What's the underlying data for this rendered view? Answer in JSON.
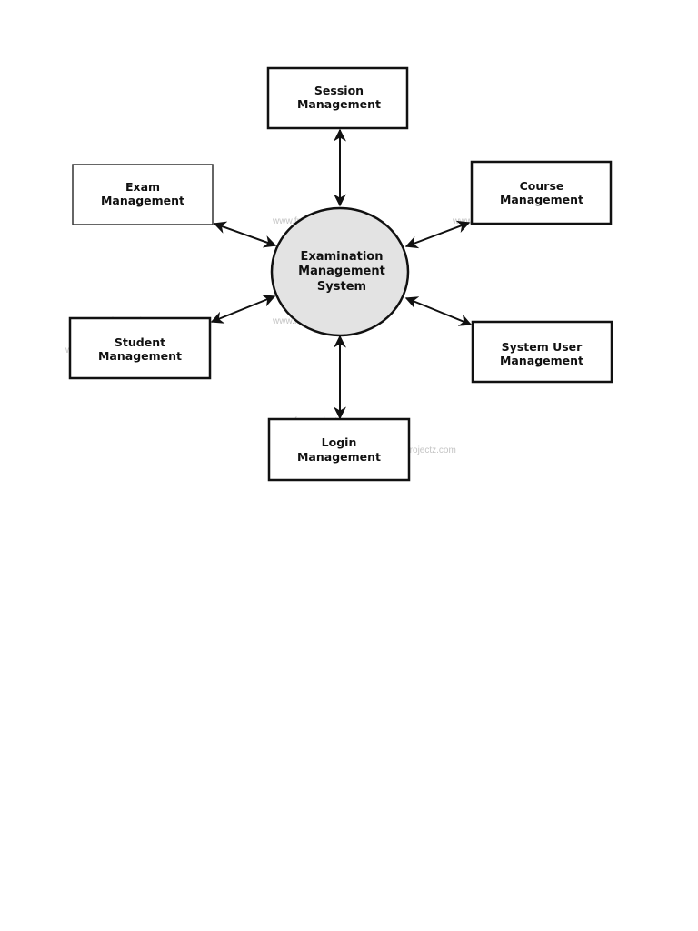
{
  "diagram": {
    "center": {
      "line1": "Examination",
      "line2": "Management",
      "line3": "System"
    },
    "modules": {
      "session": {
        "line1": "Session",
        "line2": "Management"
      },
      "exam": {
        "line1": "Exam",
        "line2": "Management"
      },
      "course": {
        "line1": "Course",
        "line2": "Management"
      },
      "student": {
        "line1": "Student",
        "line2": "Management"
      },
      "system_user": {
        "line1": "System User",
        "line2": "Management"
      },
      "login": {
        "line1": "Login",
        "line2": "Management"
      }
    },
    "watermark": "www.freeprojectz.com"
  }
}
